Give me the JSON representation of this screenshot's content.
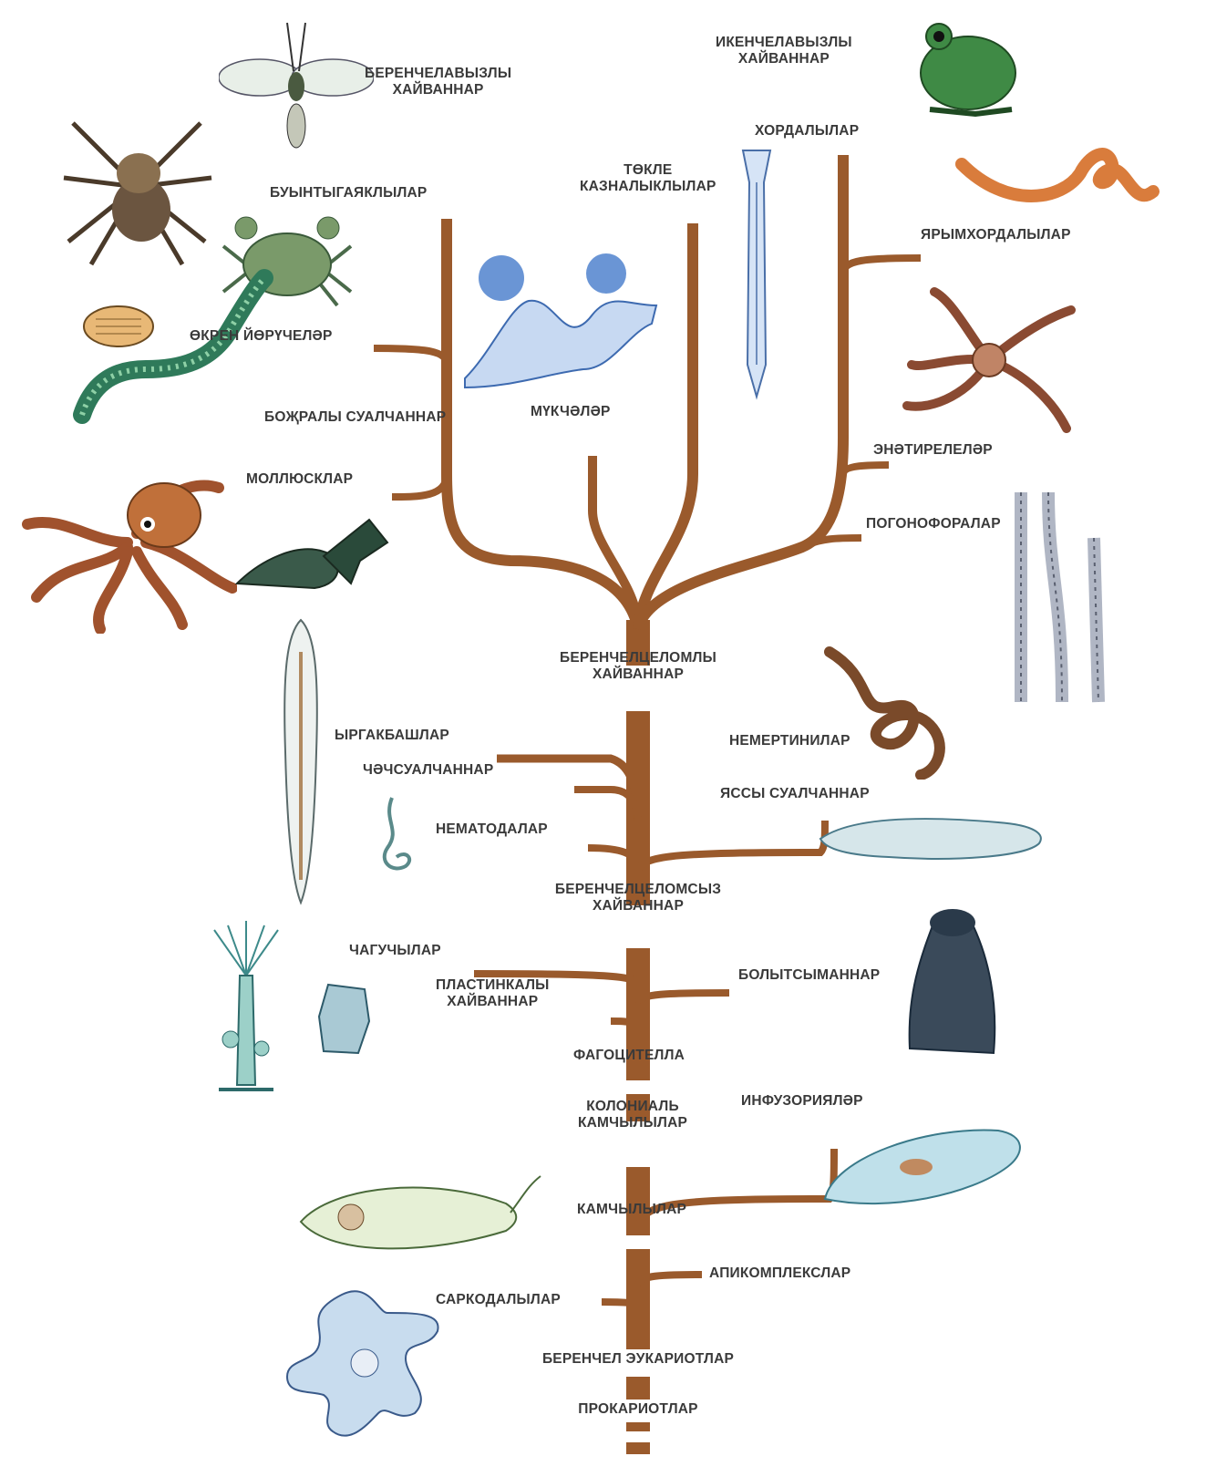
{
  "labels": {
    "beren_chelavyzly": [
      "БЕРЕНЧЕЛАВЫЗЛЫ",
      "ХАЙВАННАР"
    ],
    "iken_chelavyzly": [
      "ИКЕНЧЕЛАВЫЗЛЫ",
      "ХАЙВАННАР"
    ],
    "hordalylar": "ХОРДАЛЫЛАР",
    "tokle": [
      "ТӨКЛЕ",
      "КАЗНАЛЫКЛЫЛАР"
    ],
    "buyntygayaklylar": "БУЫНТЫГАЯКЛЫЛАР",
    "yarymhordalylar": "ЯРЫМХОРДАЛЫЛАР",
    "okren": "ӨКРЕН ЙӨРҮЧЕЛӘР",
    "bozhraly": "БОҖРАЛЫ СУАЛЧАННАР",
    "mukcholar": "МҮКЧӘЛӘР",
    "enetirele": "ЭНӘТИРЕЛЕЛӘР",
    "mollusklar": "МОЛЛЮСКЛАР",
    "pogonofora": "ПОГОНОФОРАЛАР",
    "beren_celom": [
      "БЕРЕНЧЕЛЦЕЛОМЛЫ",
      "ХАЙВАННАР"
    ],
    "yrgakbash": "ЫРГАКБАШЛАР",
    "nemertin": "НЕМЕРТИНИЛАР",
    "chochsual": "ЧӘЧСУАЛЧАННАР",
    "yassy": "ЯССЫ СУАЛЧАННАР",
    "nematoda": "НЕМАТОДАЛАР",
    "beren_celomsyz": [
      "БЕРЕНЧЕЛЦЕЛОМСЫЗ",
      "ХАЙВАННАР"
    ],
    "chaguchy": "ЧАГУЧЫЛАР",
    "bolytsyman": "БОЛЫТСЫМАННАР",
    "plastinkaly": [
      "ПЛАСТИНКАЛЫ",
      "ХАЙВАННАР"
    ],
    "fagocitella": "ФАГОЦИТЕЛЛА",
    "kolonial": [
      "КОЛОНИАЛЬ",
      "КАМЧЫЛЫЛАР"
    ],
    "infuzoriya": "ИНФУЗОРИЯЛӘР",
    "kamchyly": "КАМЧЫЛЫЛАР",
    "apikompleks": "АПИКОМПЛЕКСЛАР",
    "sarkoda": "САРКОДАЛЫЛАР",
    "beren_eukar": "БЕРЕНЧЕЛ ЭУКАРИОТЛАР",
    "prokariot": "ПРОКАРИОТЛАР"
  },
  "organisms": [
    "wasp",
    "frog",
    "spider",
    "nemertean-worm",
    "crab",
    "lancelet",
    "bryozoa",
    "louse",
    "brittle-star",
    "polychaete-worm",
    "octopus",
    "snail",
    "pogonophora-worm",
    "acoel-worm",
    "nemertean-knot",
    "roundworm",
    "flatworm",
    "hydra",
    "placozoa",
    "sponge",
    "paramecium",
    "euglena",
    "amoeba"
  ],
  "colors": {
    "branch": "#9a5a2c",
    "label": "#3a3a3a"
  }
}
